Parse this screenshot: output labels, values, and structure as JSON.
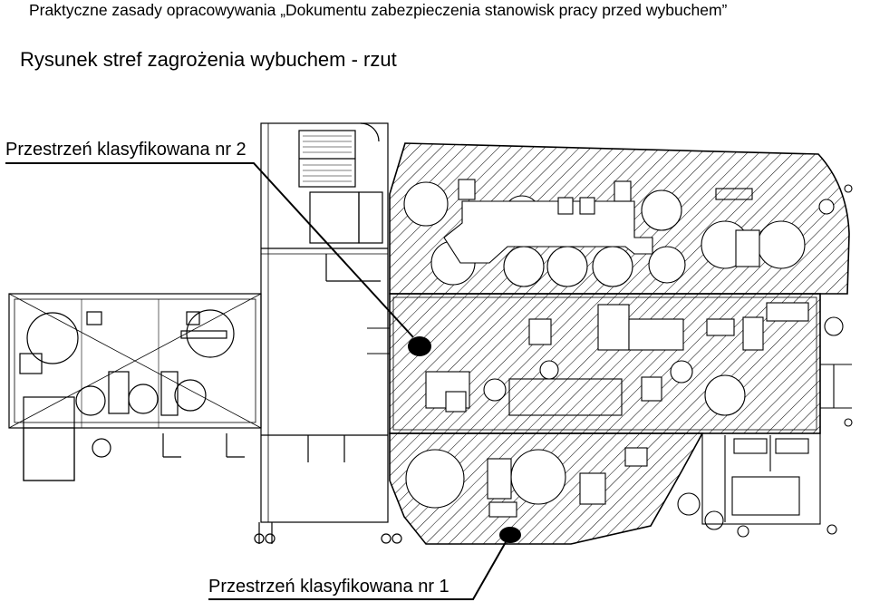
{
  "header": {
    "text": "Praktyczne zasady opracowywania „Dokumentu zabezpieczenia stanowisk pracy przed wybuchem”"
  },
  "title": {
    "text": "Rysunek stref zagrożenia wybuchem - rzut"
  },
  "labels": {
    "zone2": "Przestrzeń klasyfikowana nr 2",
    "zone1": "Przestrzeń klasyfikowana nr 1"
  },
  "colors": {
    "ink": "#000000",
    "background": "#ffffff"
  }
}
